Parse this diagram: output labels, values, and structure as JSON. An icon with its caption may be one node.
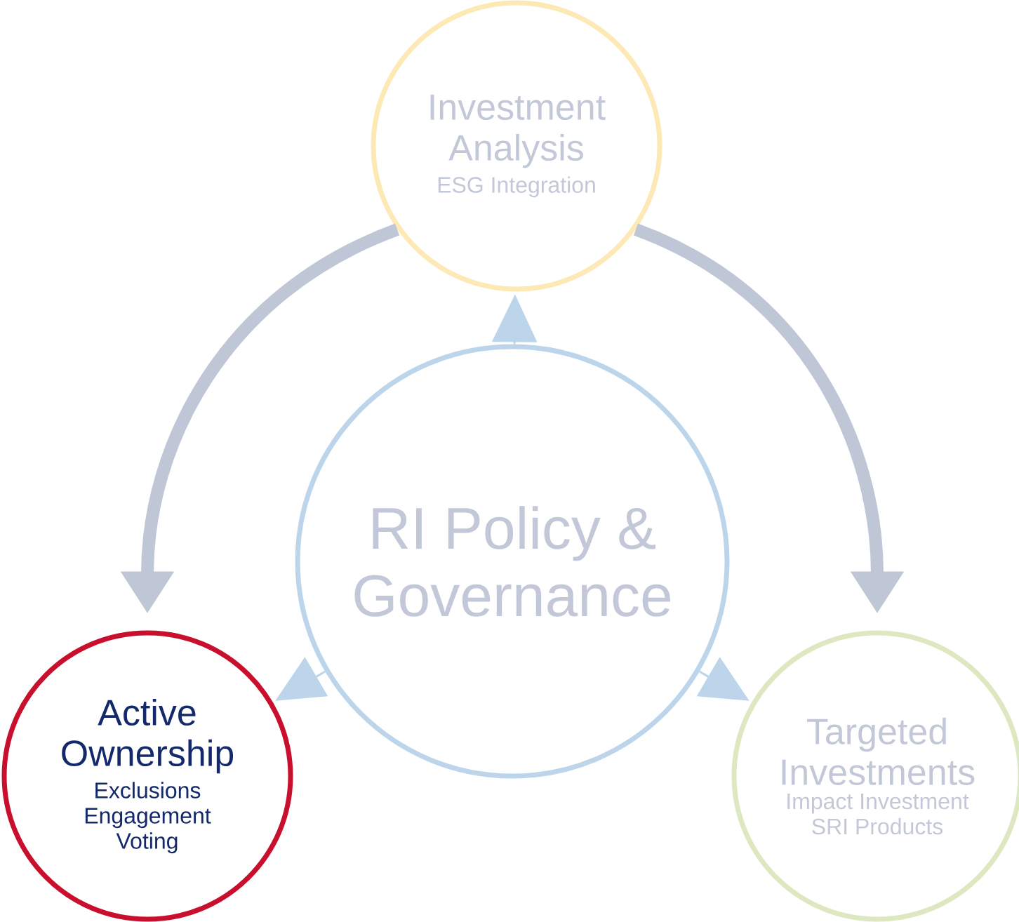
{
  "diagram": {
    "nodes": [
      {
        "text": [
          "Investment Analysis",
          "ESG Integration"
        ]
      },
      {
        "text": [
          "RI Policy & Governance"
        ]
      },
      {
        "text": [
          "Active Ownership",
          "Exclusions Engagement Voting"
        ]
      },
      {
        "text": [
          "Targeted Investments",
          "Impact Investment SRI Products"
        ]
      }
    ],
    "edges": [
      {
        "from": 0,
        "to": 2,
        "arrow": "to",
        "style": "thick",
        "color": "#bfc6d6"
      },
      {
        "from": 0,
        "to": 3,
        "arrow": "to",
        "style": "thick",
        "color": "#bfc6d6"
      },
      {
        "from": 1,
        "to": 0,
        "arrow": "to"
      },
      {
        "from": 1,
        "to": 2,
        "arrow": "to"
      },
      {
        "from": 1,
        "to": 3,
        "arrow": "to"
      }
    ]
  }
}
